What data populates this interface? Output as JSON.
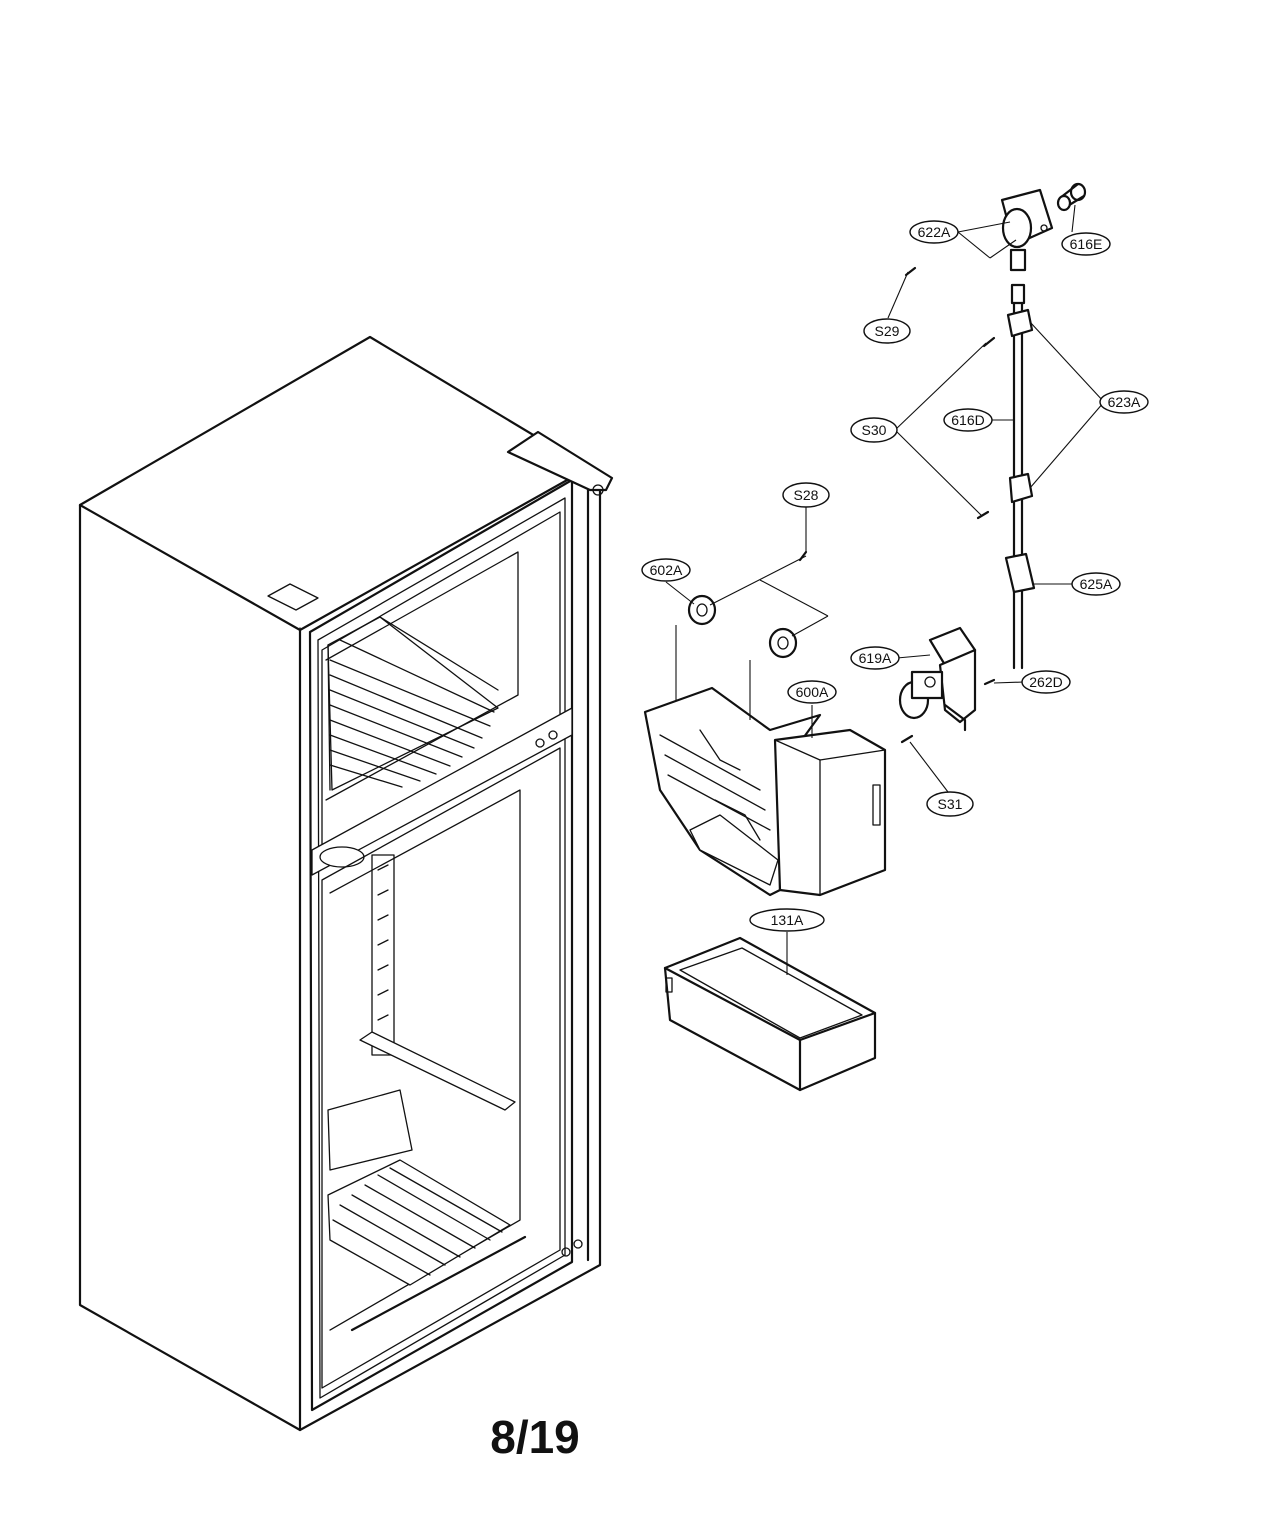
{
  "page_number": "8/19",
  "callouts": {
    "c622A": "622A",
    "c616E": "616E",
    "cS29": "S29",
    "cS30": "S30",
    "c616D": "616D",
    "c623A": "623A",
    "cS28": "S28",
    "c602A": "602A",
    "c625A": "625A",
    "c619A": "619A",
    "c262D": "262D",
    "c600A": "600A",
    "cS31": "S31",
    "c131A": "131A"
  }
}
